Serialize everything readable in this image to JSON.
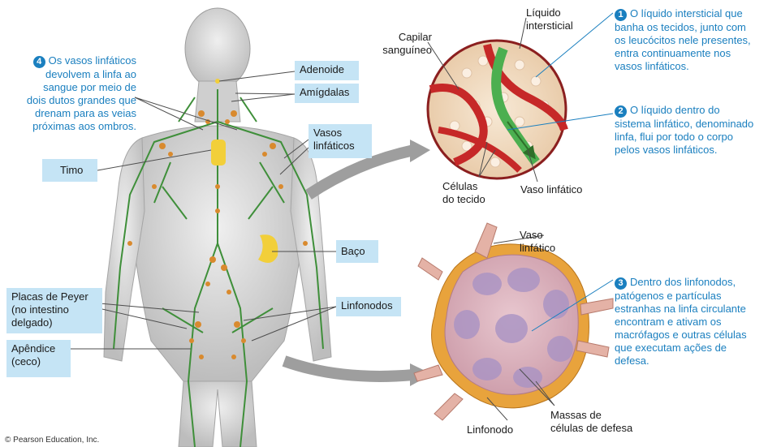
{
  "labels": {
    "adenoide": "Adenoide",
    "amigdalas": "Amígdalas",
    "timo": "Timo",
    "vasos_linfaticos": [
      "Vasos",
      "linfáticos"
    ],
    "baco": "Baço",
    "placas_peyer": [
      "Placas de Peyer",
      "(no intestino",
      "delgado)"
    ],
    "linfonodos": "Linfonodos",
    "apendice": [
      "Apêndice",
      "(ceco)"
    ],
    "liquido_intersticial": [
      "Líquido",
      "intersticial"
    ],
    "capilar_sanguineo": [
      "Capilar",
      "sanguíneo"
    ],
    "celulas_do_tecido": [
      "Células",
      "do tecido"
    ],
    "vaso_linfatico_upper": "Vaso linfático",
    "vaso_linfatico_lower": [
      "Vaso",
      "linfático"
    ],
    "linfonodo": "Linfonodo",
    "massas": [
      "Massas de",
      "células de defesa"
    ]
  },
  "notes": {
    "n1": {
      "number": "1",
      "lines": [
        "O líquido intersticial que",
        "banha os tecidos, junto com",
        "os leucócitos nele presentes,",
        "entra continuamente nos",
        "vasos linfáticos."
      ]
    },
    "n2": {
      "number": "2",
      "lines": [
        "O líquido dentro do",
        "sistema linfático, denominado",
        "linfa, flui por todo o corpo",
        "pelos vasos linfáticos."
      ]
    },
    "n3": {
      "number": "3",
      "lines": [
        "Dentro dos linfonodos,",
        "patógenos e partículas",
        "estranhas na linfa circulante",
        "encontram e ativam os",
        "macrófagos e outras células",
        "que executam ações de",
        "defesa."
      ]
    },
    "n4": {
      "number": "4",
      "lines": [
        "Os vasos linfáticos",
        "devolvem a linfa ao",
        "sangue por meio de",
        "dois dutos grandes que",
        "drenam para as veias",
        "próximas aos ombros."
      ]
    }
  },
  "copyright": "© Pearson Education, Inc.",
  "colors": {
    "label_bg": "#c5e4f5",
    "note_blue": "#1a7fbf",
    "lymph_green": "#3f8f3a",
    "node_orange": "#d98a2e",
    "blood_red": "#c62828"
  }
}
